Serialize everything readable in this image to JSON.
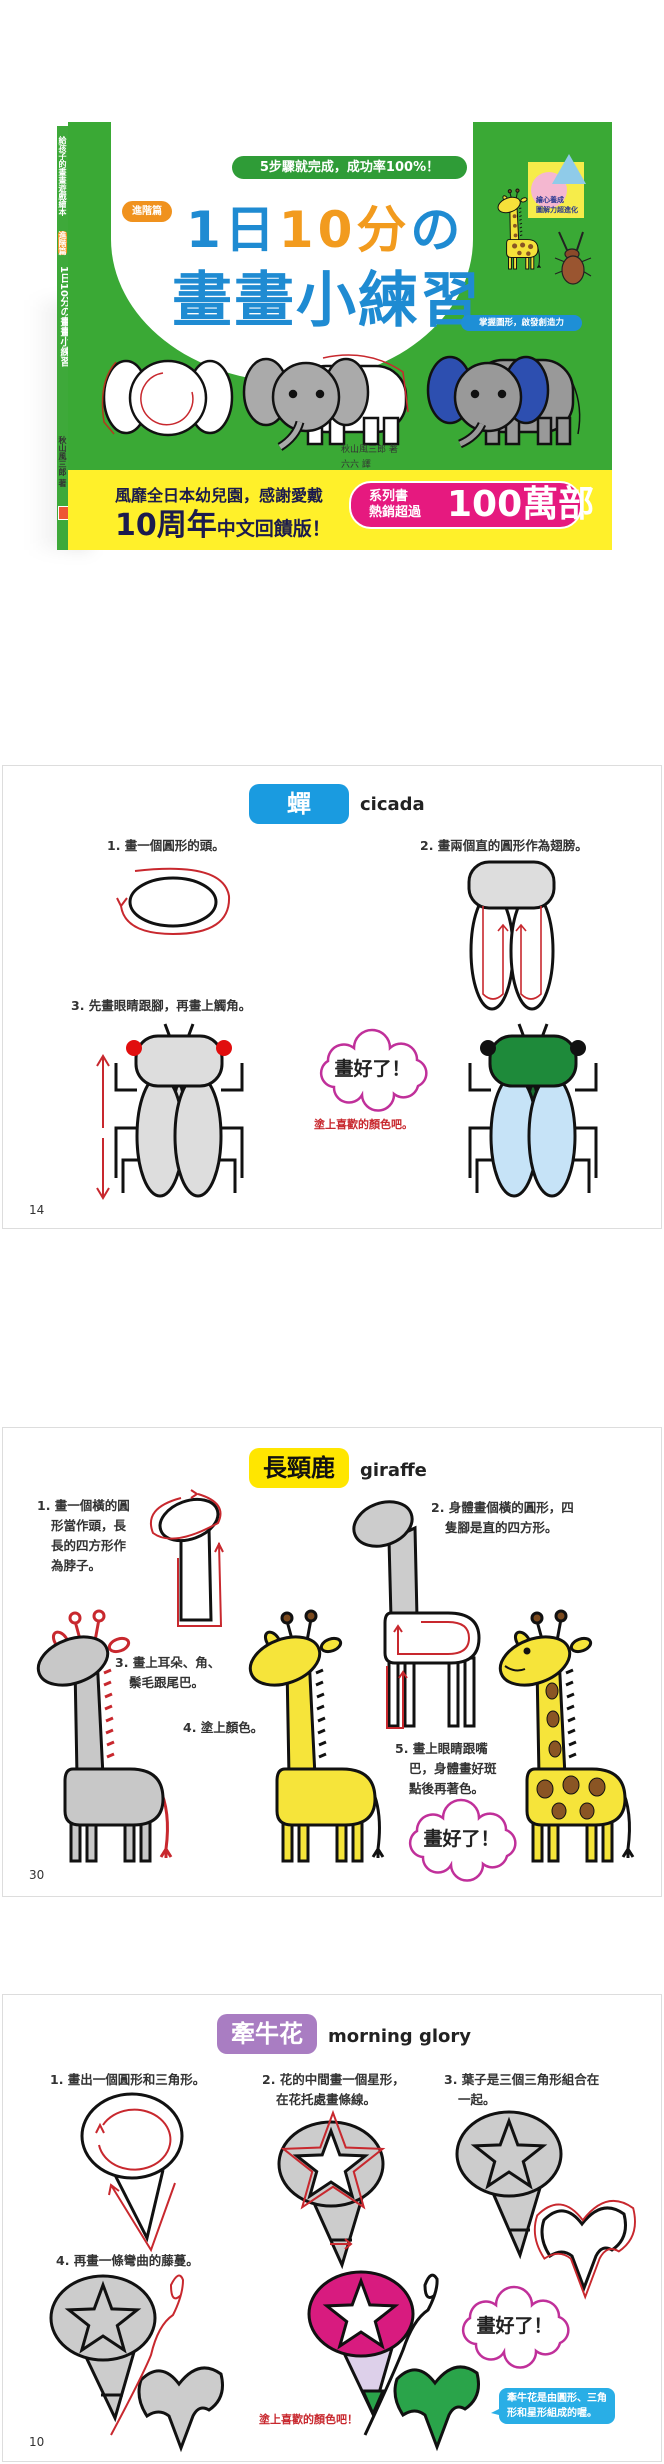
{
  "cover": {
    "spine": {
      "series": "給孩子的畫畫遊戲繪本",
      "edition": "進階篇",
      "title": "1日10分の畫畫小練習",
      "author": "秋山風三郎 著"
    },
    "tagline": "5步驟就完成，成功率100%！",
    "edition_badge": "進階篇",
    "title_line1": {
      "a": "1日",
      "b": "10分",
      "c": "の"
    },
    "title_line2": "畫畫小練習",
    "corner_badge": {
      "line1": "繪心養成",
      "line2": "圖解力超進化"
    },
    "skill_pill": "掌握圖形，啟發創造力",
    "author": "秋山風三郎 著",
    "translator": "六六 譯",
    "promo_line1": "風靡全日本幼兒園，感謝愛戴",
    "promo_big": "10周年",
    "promo_rest": "中文回饋版！",
    "sales": {
      "line1": "系列書",
      "line2": "熱銷超過",
      "big": "100萬部"
    },
    "colors": {
      "green": "#3aa935",
      "blue": "#1f8bd2",
      "orange": "#f29b1e",
      "yellow": "#fff02a",
      "pink": "#e6197f"
    }
  },
  "pages": [
    {
      "title": "蟬",
      "english": "cicada",
      "badge_color": "#1a9be0",
      "steps": [
        "1. 畫一個圓形的頭。",
        "2. 畫兩個直的圓形作為翅膀。",
        "3. 先畫眼睛跟腳，再畫上觸角。"
      ],
      "done": "畫好了！",
      "color_hint": "塗上喜歡的顏色吧。",
      "page_number": "14"
    },
    {
      "title": "長頸鹿",
      "english": "giraffe",
      "badge_color": "#ffe600",
      "steps": [
        [
          "1. 畫一個橫的圓",
          "形當作頭，長",
          "長的四方形作",
          "為脖子。"
        ],
        [
          "2. 身體畫個橫的圓形，四",
          "隻腳是直的四方形。"
        ],
        [
          "3. 畫上耳朵、角、",
          "鬃毛跟尾巴。"
        ],
        [
          "4. 塗上顏色。"
        ],
        [
          "5. 畫上眼睛跟嘴",
          "巴，身體畫好斑",
          "點後再著色。"
        ]
      ],
      "done": "畫好了！",
      "page_number": "30"
    },
    {
      "title": "牽牛花",
      "english": "morning glory",
      "badge_color": "#a97dc2",
      "steps": [
        [
          "1. 畫出一個圓形和三角形。"
        ],
        [
          "2. 花的中間畫一個星形，",
          "在花托處畫條線。"
        ],
        [
          "3. 葉子是三個三角形組合在",
          "一起。"
        ],
        [
          "4. 再畫一條彎曲的藤蔓。"
        ]
      ],
      "done": "畫好了！",
      "color_hint": "塗上喜歡的顏色吧！",
      "tip": [
        "牽牛花是由圓形、三角",
        "形和星形組成的喔。"
      ],
      "page_number": "10"
    }
  ]
}
